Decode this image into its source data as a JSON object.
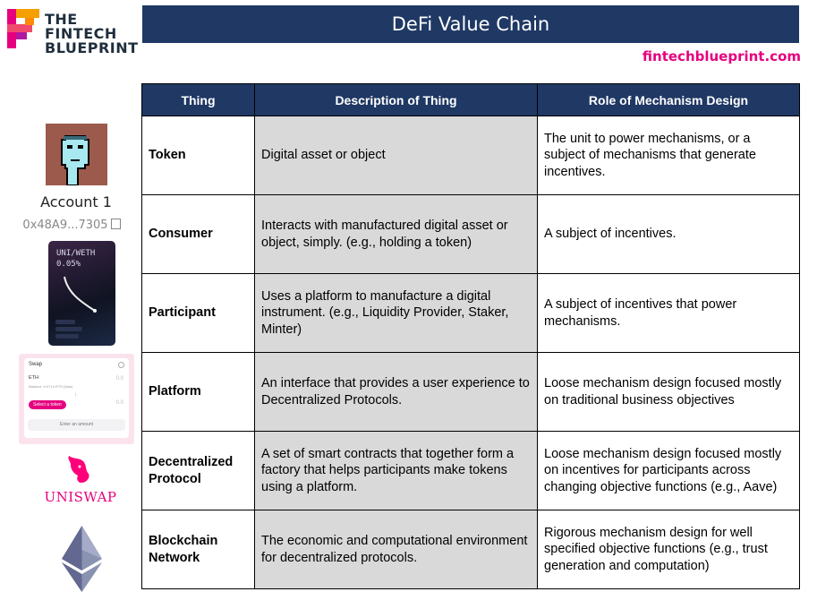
{
  "brand": {
    "line1": "THE FINTECH",
    "line2": "BLUEPRINT",
    "site": "fintechblueprint.com"
  },
  "title": "DeFi Value Chain",
  "table": {
    "headers": [
      "Thing",
      "Description of Thing",
      "Role of Mechanism Design"
    ],
    "rows": [
      {
        "thing": "Token",
        "description": "Digital asset or object",
        "role": "The unit to power mechanisms, or a subject of mechanisms that generate incentives."
      },
      {
        "thing": "Consumer",
        "description": "Interacts with manufactured digital asset or object, simply. (e.g., holding a token)",
        "role": "A subject of incentives."
      },
      {
        "thing": "Participant",
        "description": "Uses a platform  to manufacture a digital instrument. (e.g., Liquidity Provider, Staker, Minter)",
        "role": "A subject of incentives that power mechanisms."
      },
      {
        "thing": "Platform",
        "description": "An interface that provides a user experience to Decentralized Protocols.",
        "role": "Loose mechanism design focused mostly on traditional business objectives"
      },
      {
        "thing": "Decentralized Protocol",
        "description": "A set of smart contracts that together form a factory that helps participants make tokens using a platform.",
        "role": "Loose mechanism design focused mostly on incentives for participants across changing objective functions (e.g., Aave)"
      },
      {
        "thing": "Blockchain Network",
        "description": "The economic and computational environment for decentralized protocols.",
        "role": "Rigorous mechanism design for well specified objective functions (e.g., trust generation and computation)"
      }
    ]
  },
  "sidebar": {
    "account_name": "Account 1",
    "address": "0x48A9...7305",
    "nft_pair": "UNI/WETH",
    "nft_fee": "0.05%",
    "swap": {
      "title": "Swap",
      "token": "ETH",
      "balance": "Balance: 0.0714 ETH (Max)",
      "amount": "0.0",
      "select_label": "Select a token",
      "enter_label": "Enter an amount"
    },
    "uniswap_label": "UNISWAP"
  },
  "colors": {
    "header_bg": "#1f3864",
    "accent": "#e6007e",
    "desc_bg": "#d9d9d9"
  }
}
